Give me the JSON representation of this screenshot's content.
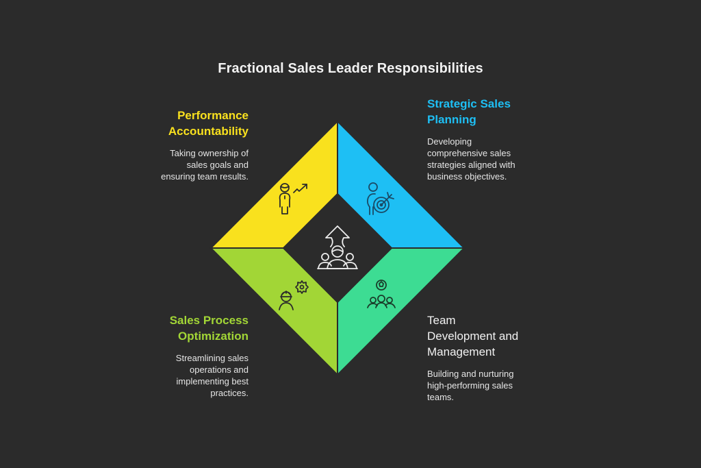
{
  "title": "Fractional Sales Leader Responsibilities",
  "colors": {
    "background": "#2b2b2b",
    "yellow": "#f9e11e",
    "blue": "#1ebff4",
    "lime": "#a2d636",
    "green": "#3ddc93",
    "center": "#2b2b2b",
    "text": "#f2f2f2"
  },
  "center": {
    "icon": "team-growth-arrow-icon"
  },
  "quadrants": [
    {
      "position": "top-left",
      "color": "#f9e11e",
      "heading_lines": [
        "Performance",
        "Accountability"
      ],
      "description_lines": [
        "Taking ownership of",
        "sales goals and",
        "ensuring team results."
      ],
      "icon": "person-trend-up-icon"
    },
    {
      "position": "top-right",
      "color": "#1ebff4",
      "heading_lines": [
        "Strategic Sales",
        "Planning"
      ],
      "description_lines": [
        "Developing",
        "comprehensive sales",
        "strategies aligned with",
        "business objectives."
      ],
      "icon": "person-target-icon"
    },
    {
      "position": "bottom-left",
      "color": "#a2d636",
      "heading_lines": [
        "Sales Process",
        "Optimization"
      ],
      "description_lines": [
        "Streamlining sales",
        "operations and",
        "implementing best",
        "practices."
      ],
      "icon": "worker-gear-icon"
    },
    {
      "position": "bottom-right",
      "color": "#3ddc93",
      "heading_lines": [
        "Team",
        "Development and",
        "Management"
      ],
      "description_lines": [
        "Building and nurturing",
        "high-performing sales",
        "teams."
      ],
      "icon": "team-ball-icon"
    }
  ]
}
